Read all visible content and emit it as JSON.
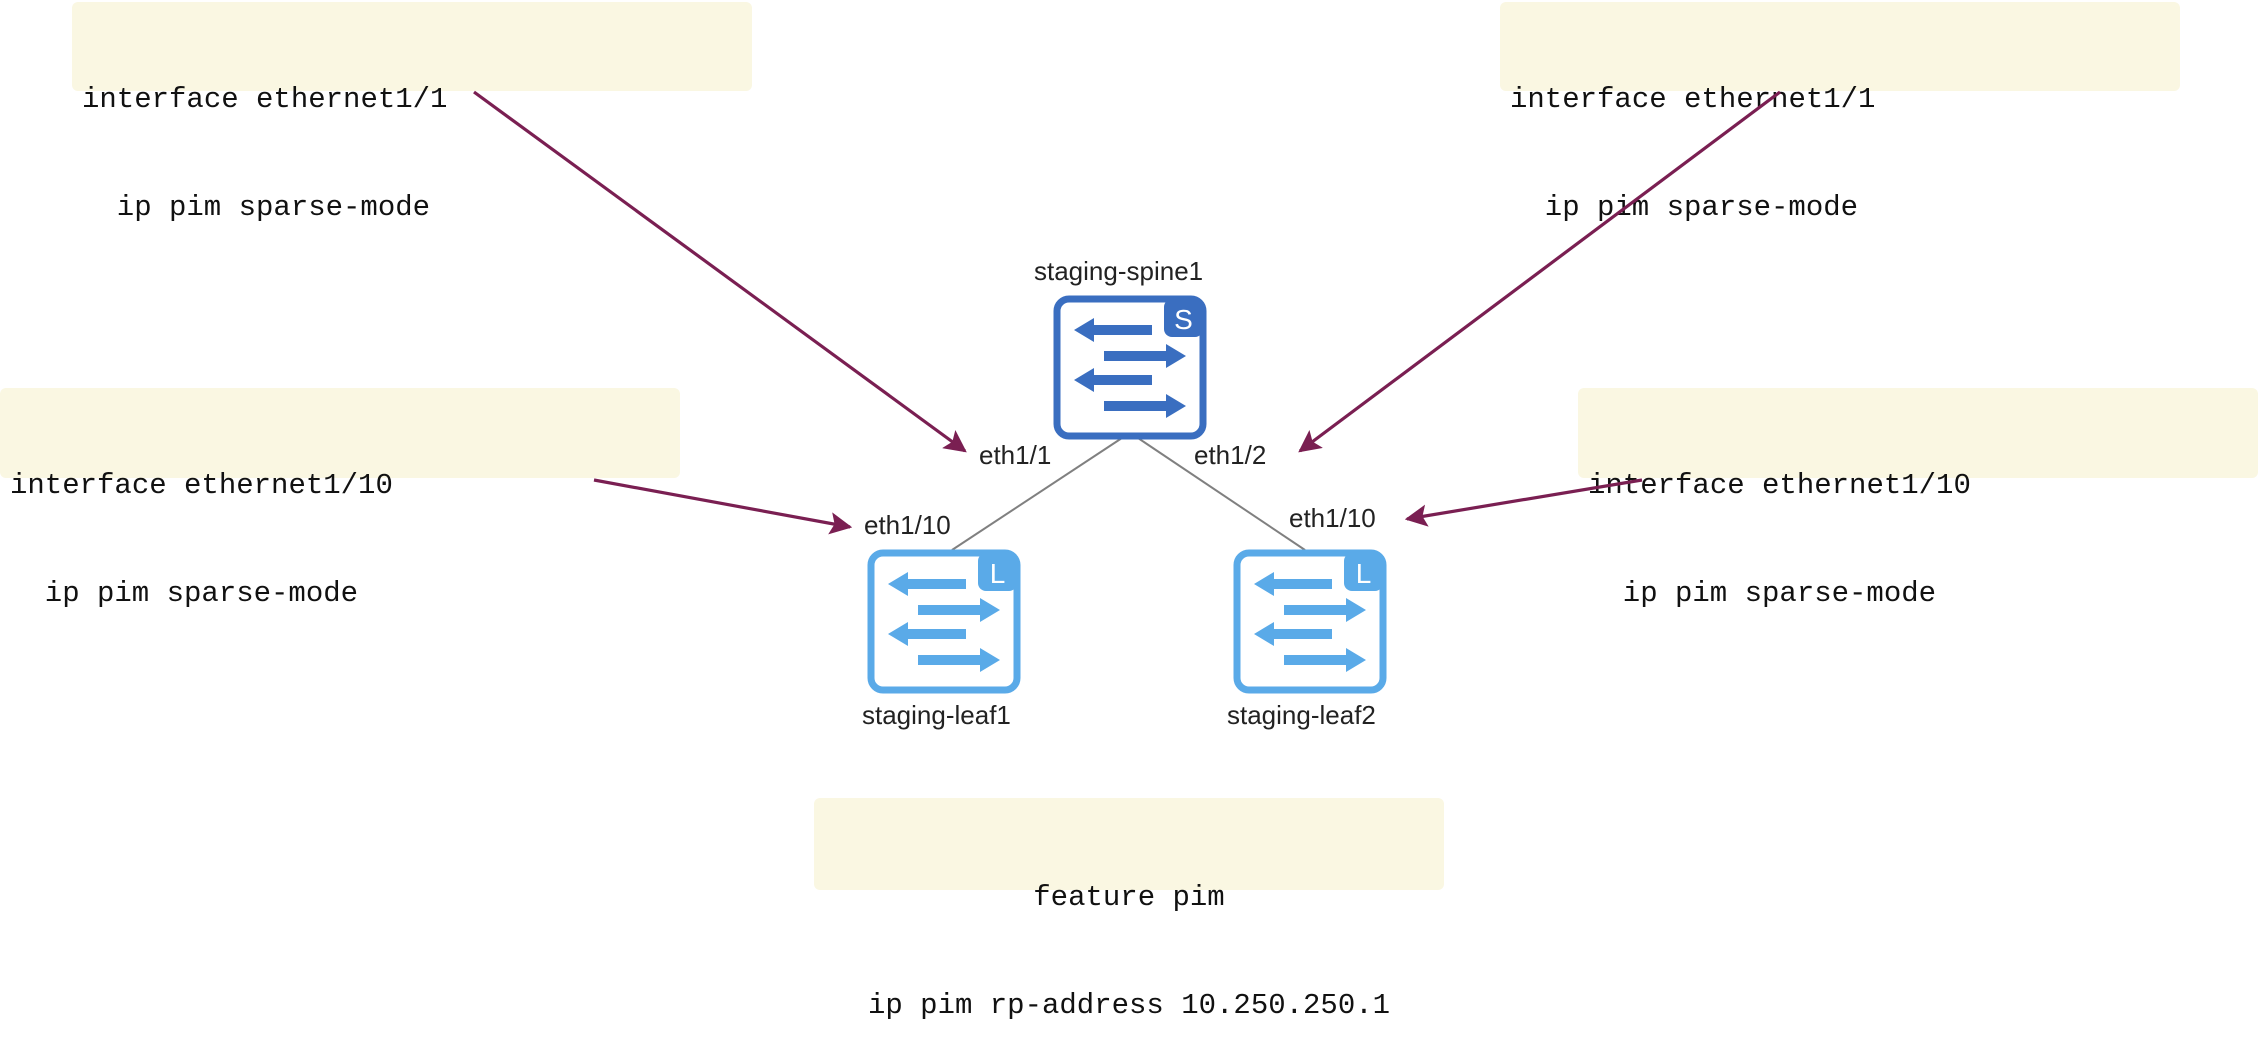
{
  "config_boxes": {
    "top_left": {
      "line1": "interface ethernet1/1",
      "line2": "ip pim sparse-mode"
    },
    "top_right": {
      "line1": "interface ethernet1/1",
      "line2": "ip pim sparse-mode"
    },
    "mid_left": {
      "line1": "interface ethernet1/10",
      "line2": "ip pim sparse-mode"
    },
    "mid_right": {
      "line1": "interface ethernet1/10",
      "line2": "ip pim sparse-mode"
    },
    "bottom": {
      "line1": "feature pim",
      "line2": "ip pim rp-address 10.250.250.1"
    }
  },
  "nodes": {
    "spine": {
      "name": "staging-spine1",
      "badge": "S",
      "color": "#3a6ec0"
    },
    "leaf1": {
      "name": "staging-leaf1",
      "badge": "L",
      "color": "#5aaae8"
    },
    "leaf2": {
      "name": "staging-leaf2",
      "badge": "L",
      "color": "#5aaae8"
    }
  },
  "ports": {
    "spine_eth1_1": "eth1/1",
    "spine_eth1_2": "eth1/2",
    "leaf1_eth1_10": "eth1/10",
    "leaf2_eth1_10": "eth1/10"
  },
  "colors": {
    "arrow": "#7a1f52",
    "link": "#808080",
    "config_bg": "#faf7e2"
  }
}
